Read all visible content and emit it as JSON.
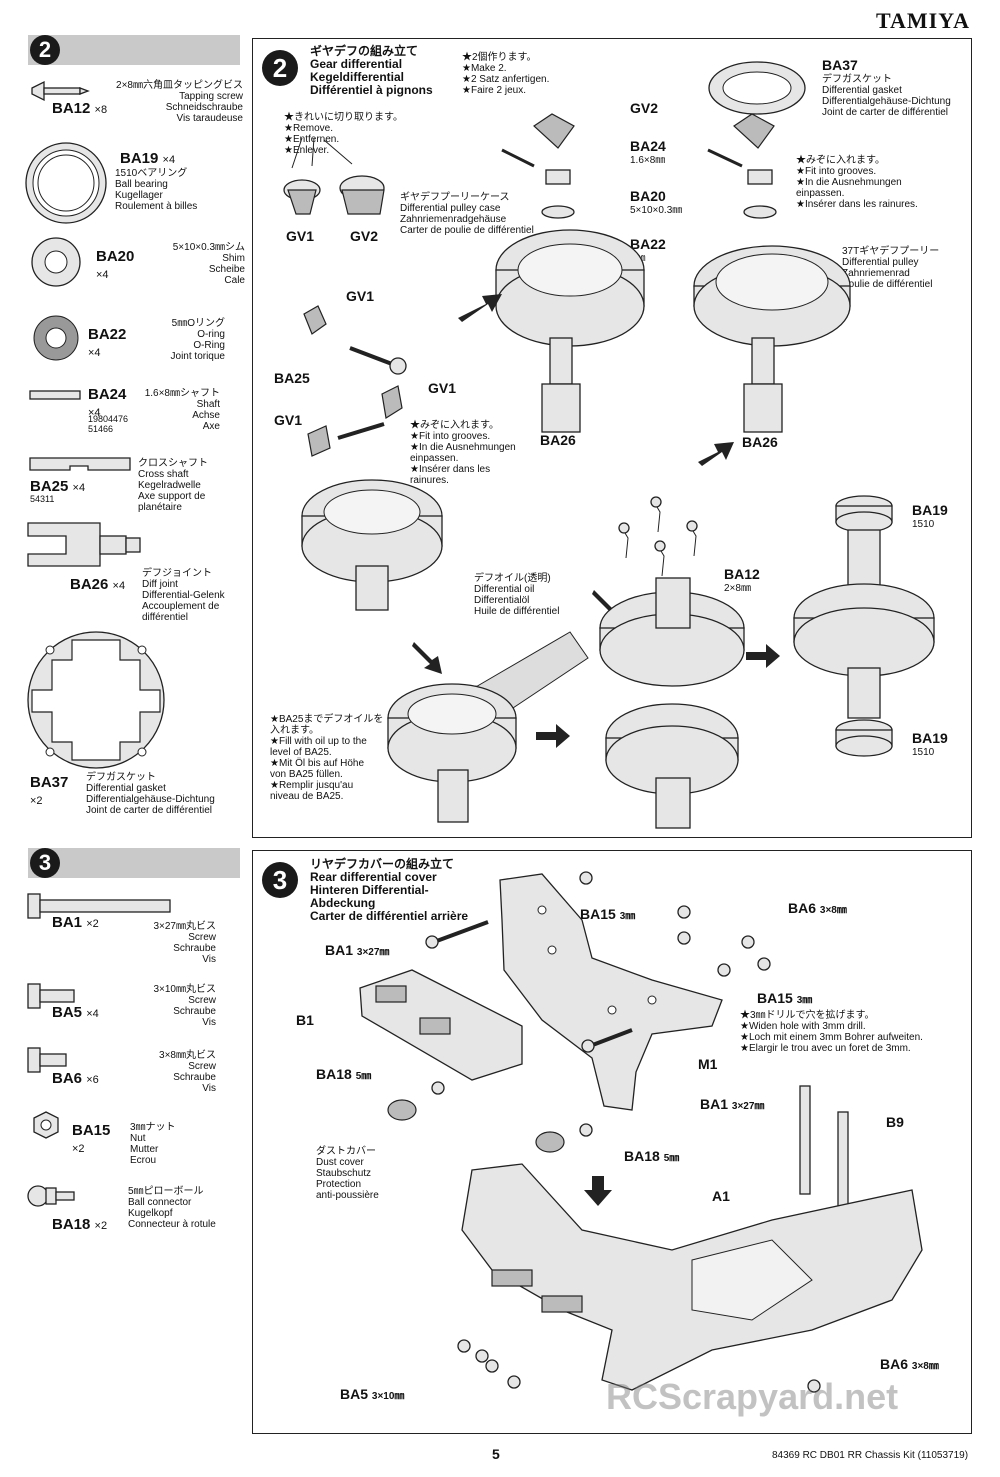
{
  "brand": "TAMIYA",
  "page_number": "5",
  "footer": "84369 RC DB01 RR Chassis Kit (11053719)",
  "watermark": "RCScrapyard.net",
  "step2": {
    "number": "2",
    "parts": [
      {
        "code": "BA12",
        "qty": "×8",
        "desc": "2×8㎜六角皿タッピングビス\nTapping screw\nSchneidschraube\nVis taraudeuse"
      },
      {
        "code": "BA19",
        "qty": "×4",
        "desc": "1510ベアリング\nBall bearing\nKugellager\nRoulement à billes"
      },
      {
        "code": "BA20",
        "qty": "×4",
        "desc": "5×10×0.3㎜シム\nShim\nScheibe\nCale"
      },
      {
        "code": "BA22",
        "qty": "×4",
        "desc": "5㎜Oリング\nO-ring\nO-Ring\nJoint torique"
      },
      {
        "code": "BA24",
        "qty": "×4",
        "sub": "19804476\n51466",
        "desc": "1.6×8㎜シャフト\nShaft\nAchse\nAxe"
      },
      {
        "code": "BA25",
        "qty": "×4",
        "sub": "54311",
        "desc": "クロスシャフト\nCross shaft\nKegelradwelle\nAxe support de\nplanétaire"
      },
      {
        "code": "BA26",
        "qty": "×4",
        "desc": "デフジョイント\nDiff joint\nDifferential-Gelenk\nAccouplement de\ndifférentiel"
      },
      {
        "code": "BA37",
        "qty": "×2",
        "desc": "デフガスケット\nDifferential gasket\nDifferentialgehäuse-Dichtung\nJoint de carter de différentiel"
      }
    ],
    "title": "ギヤデフの組み立て\nGear differential\nKegeldifferential\nDifférentiel à pignons",
    "make2": "★2個作ります。\n★Make 2.\n★2 Satz anfertigen.\n★Faire 2 jeux.",
    "remove": "★きれいに切り取ります。\n★Remove.\n★Entfernen.\n★Enlever.",
    "case": "ギヤデフプーリーケース\nDifferential pulley case\nZahnriemenradgehäuse\nCarter de poulie de différentiel",
    "grooves1": "★みぞに入れます。\n★Fit into grooves.\n★In die Ausnehmungen\neinpassen.\n★Insérer dans les rainures.",
    "grooves2": "★みぞに入れます。\n★Fit into grooves.\n★In die Ausnehmungen einpassen.\n★Insérer dans les rainures.",
    "gasket": "デフガスケット\nDifferential gasket\nDifferentialgehäuse-Dichtung\nJoint de carter de différentiel",
    "pulley": "37Tギヤデフプーリー\nDifferential pulley\nZahnriemenrad\nPoulie de différentiel",
    "oil": "デフオイル(透明)\nDifferential oil\nDifferentialöl\nHuile de différentiel",
    "fill": "★BA25までデフオイルを入れます。\n★Fill with oil up to the\nlevel of BA25.\n★Mit Öl bis auf Höhe\nvon BA25 füllen.\n★Remplir jusqu'au\nniveau de BA25.",
    "labels": {
      "gv1": "GV1",
      "gv2": "GV2",
      "ba24": "BA24",
      "ba24s": "1.6×8㎜",
      "ba20": "BA20",
      "ba20s": "5×10×0.3㎜",
      "ba22": "BA22",
      "ba22s": "5㎜",
      "ba37": "BA37",
      "ba26": "BA26",
      "ba25": "BA25",
      "ba12": "BA12",
      "ba12s": "2×8㎜",
      "ba19": "BA19",
      "ba19s": "1510"
    }
  },
  "step3": {
    "number": "3",
    "parts": [
      {
        "code": "BA1",
        "qty": "×2",
        "desc": "3×27㎜丸ビス\nScrew\nSchraube\nVis"
      },
      {
        "code": "BA5",
        "qty": "×4",
        "desc": "3×10㎜丸ビス\nScrew\nSchraube\nVis"
      },
      {
        "code": "BA6",
        "qty": "×6",
        "desc": "3×8㎜丸ビス\nScrew\nSchraube\nVis"
      },
      {
        "code": "BA15",
        "qty": "×2",
        "desc": "3㎜ナット\nNut\nMutter\nEcrou"
      },
      {
        "code": "BA18",
        "qty": "×2",
        "desc": "5㎜ピローボール\nBall connector\nKugelkopf\nConnecteur à rotule"
      }
    ],
    "title": "リヤデフカバーの組み立て\nRear differential cover\nHinteren Differential-\nAbdeckung\nCarter de différentiel arrière",
    "widen": "★3㎜ドリルで穴を拡げます。\n★Widen hole with 3mm drill.\n★Loch mit einem 3mm Bohrer aufweiten.\n★Elargir le trou avec un foret de 3mm.",
    "dust": "ダストカバー\nDust cover\nStaubschutz\nProtection\nanti-poussière",
    "labels": {
      "ba15": "BA15",
      "ba15s": "3㎜",
      "ba6": "BA6",
      "ba6s": "3×8㎜",
      "ba1": "BA1",
      "ba1s": "3×27㎜",
      "b1": "B1",
      "m1": "M1",
      "ba18": "BA18",
      "ba18s": "5㎜",
      "b9": "B9",
      "a1": "A1",
      "ba5": "BA5",
      "ba5s": "3×10㎜"
    }
  }
}
